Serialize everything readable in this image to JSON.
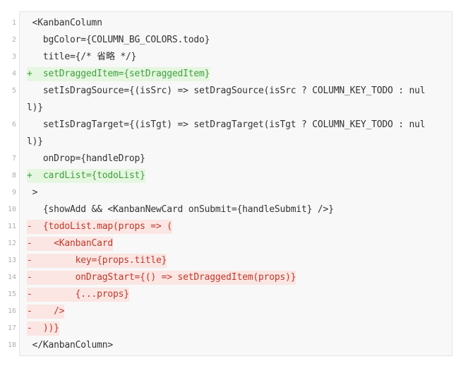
{
  "lines": [
    {
      "num": "1",
      "text": " <KanbanColumn",
      "type": "ctx"
    },
    {
      "num": "2",
      "text": "   bgColor={COLUMN_BG_COLORS.todo}",
      "type": "ctx"
    },
    {
      "num": "3",
      "text": "   title={/* 省略 */}",
      "type": "ctx"
    },
    {
      "num": "4",
      "text": "+  setDraggedItem={setDraggedItem}",
      "type": "add"
    },
    {
      "num": "5",
      "text": "   setIsDragSource={(isSrc) => setDragSource(isSrc ? COLUMN_KEY_TODO : nul",
      "cont": "l)}",
      "type": "ctx"
    },
    {
      "num": "6",
      "text": "   setIsDragTarget={(isTgt) => setDragTarget(isTgt ? COLUMN_KEY_TODO : nul",
      "cont": "l)}",
      "type": "ctx"
    },
    {
      "num": "7",
      "text": "   onDrop={handleDrop}",
      "type": "ctx"
    },
    {
      "num": "8",
      "text": "+  cardList={todoList}",
      "type": "add"
    },
    {
      "num": "9",
      "text": " >",
      "type": "ctx"
    },
    {
      "num": "10",
      "text": "   {showAdd && <KanbanNewCard onSubmit={handleSubmit} />}",
      "type": "ctx"
    },
    {
      "num": "11",
      "text": "-  {todoList.map(props => (",
      "type": "del"
    },
    {
      "num": "12",
      "text": "-    <KanbanCard",
      "type": "del"
    },
    {
      "num": "13",
      "text": "-        key={props.title}",
      "type": "del"
    },
    {
      "num": "14",
      "text": "-        onDragStart={() => setDraggedItem(props)}",
      "type": "del"
    },
    {
      "num": "15",
      "text": "-        {...props}",
      "type": "del"
    },
    {
      "num": "16",
      "text": "-    />",
      "type": "del"
    },
    {
      "num": "17",
      "text": "-  ))}",
      "type": "del"
    },
    {
      "num": "18",
      "text": " </KanbanColumn>",
      "type": "ctx"
    }
  ],
  "colors": {
    "add_bg": "#e6f7e1",
    "add_fg": "#3f9f3f",
    "del_bg": "#fbe6e3",
    "del_fg": "#c0392b"
  }
}
